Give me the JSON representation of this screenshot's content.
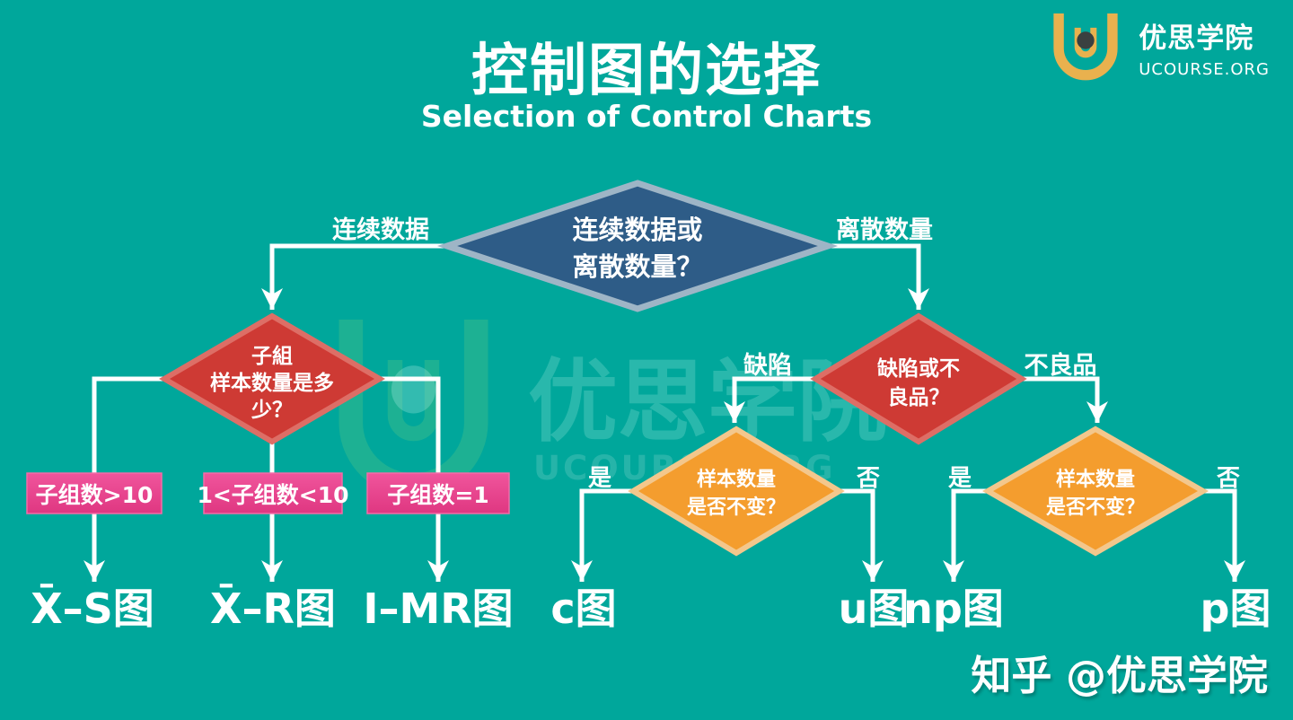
{
  "page": {
    "title": "控制图的选择",
    "subtitle": "Selection of Control Charts",
    "attribution": "知乎 @优思学院"
  },
  "logo": {
    "icon": "u-horseshoe-logo",
    "name": "优思学院",
    "site": "UCOURSE.ORG"
  },
  "watermark": {
    "name": "优思学院",
    "site": "UCOURSE.ORG"
  },
  "colors": {
    "background": "#00A79B",
    "root_diamond": "#2E5C87",
    "root_diamond_border": "#9EB5C6",
    "red_diamond": "#CE3A34",
    "red_diamond_border": "#DD6E66",
    "orange_diamond": "#F49D2E",
    "orange_diamond_border": "#F3C78C",
    "pink_box": "#E7418B",
    "connector": "#FFFFFF",
    "logo_gold": "#E9B14E"
  },
  "flowchart": {
    "root": {
      "line1": "连续数据或",
      "line2": "离散数量？"
    },
    "subgroup": {
      "line1": "子組",
      "line2": "样本数量是多",
      "line3": "少？"
    },
    "defect_type": {
      "line1": "缺陷或不",
      "line2": "良品？"
    },
    "sample_left": {
      "line1": "样本数量",
      "line2": "是否不变？"
    },
    "sample_right": {
      "line1": "样本数量",
      "line2": "是否不变？"
    },
    "edge_labels": {
      "continuous": "连续数据",
      "discrete": "离散数量",
      "defects": "缺陷",
      "defectives": "不良品",
      "yes_left": "是",
      "no_left": "否",
      "yes_right": "是",
      "no_right": "否"
    },
    "conditions": {
      "gt10": "子组数>10",
      "between": "1<子组数<10",
      "eq1": "子组数=1"
    },
    "results": {
      "xs": "X̄–S图",
      "xr": "X̄–R图",
      "imr": "I–MR图",
      "c": "c图",
      "u": "u图",
      "np": "np图",
      "p": "p图"
    }
  }
}
